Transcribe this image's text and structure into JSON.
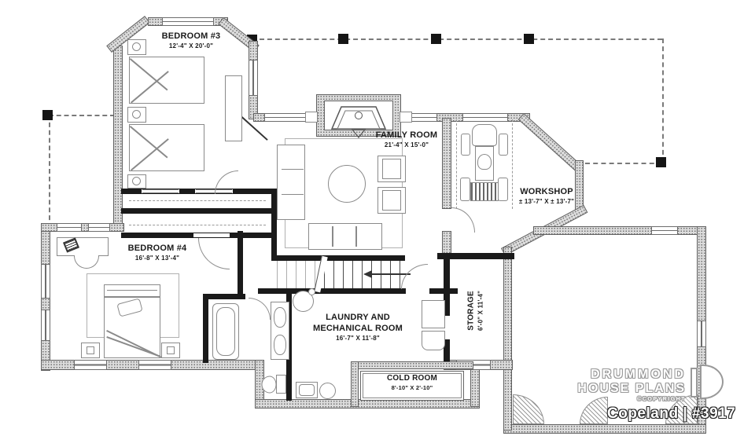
{
  "brand": {
    "line1": "DRUMMOND",
    "line2": "HOUSE PLANS",
    "copyright": "©COPYRIGHT",
    "plan_name": "Copeland | #3917"
  },
  "rooms": {
    "bedroom3": {
      "name": "BEDROOM #3",
      "dims": "12'-4\" X 20'-0\""
    },
    "family_room": {
      "name": "FAMILY ROOM",
      "dims": "21'-4\" X 15'-0\""
    },
    "workshop": {
      "name": "WORKSHOP",
      "dims": "± 13'-7\" X ± 13'-7\""
    },
    "bedroom4": {
      "name": "BEDROOM #4",
      "dims": "16'-8\" X 13'-4\""
    },
    "laundry": {
      "name_line1": "LAUNDRY AND",
      "name_line2": "MECHANICAL ROOM",
      "dims": "16'-7\" X 11'-8\""
    },
    "storage": {
      "name": "STORAGE",
      "dims": "6'-0\" X 11'-4\""
    },
    "cold_room": {
      "name": "COLD ROOM",
      "dims": "8'-10\" X 2'-10\""
    }
  },
  "colors": {
    "wall_fill": "#dcdcdc",
    "wall_edge": "#606060",
    "interior_wall": "#1a1a1a",
    "furniture_line": "#8a8a8a",
    "label_text": "#1b1b1b",
    "background": "#ffffff"
  }
}
